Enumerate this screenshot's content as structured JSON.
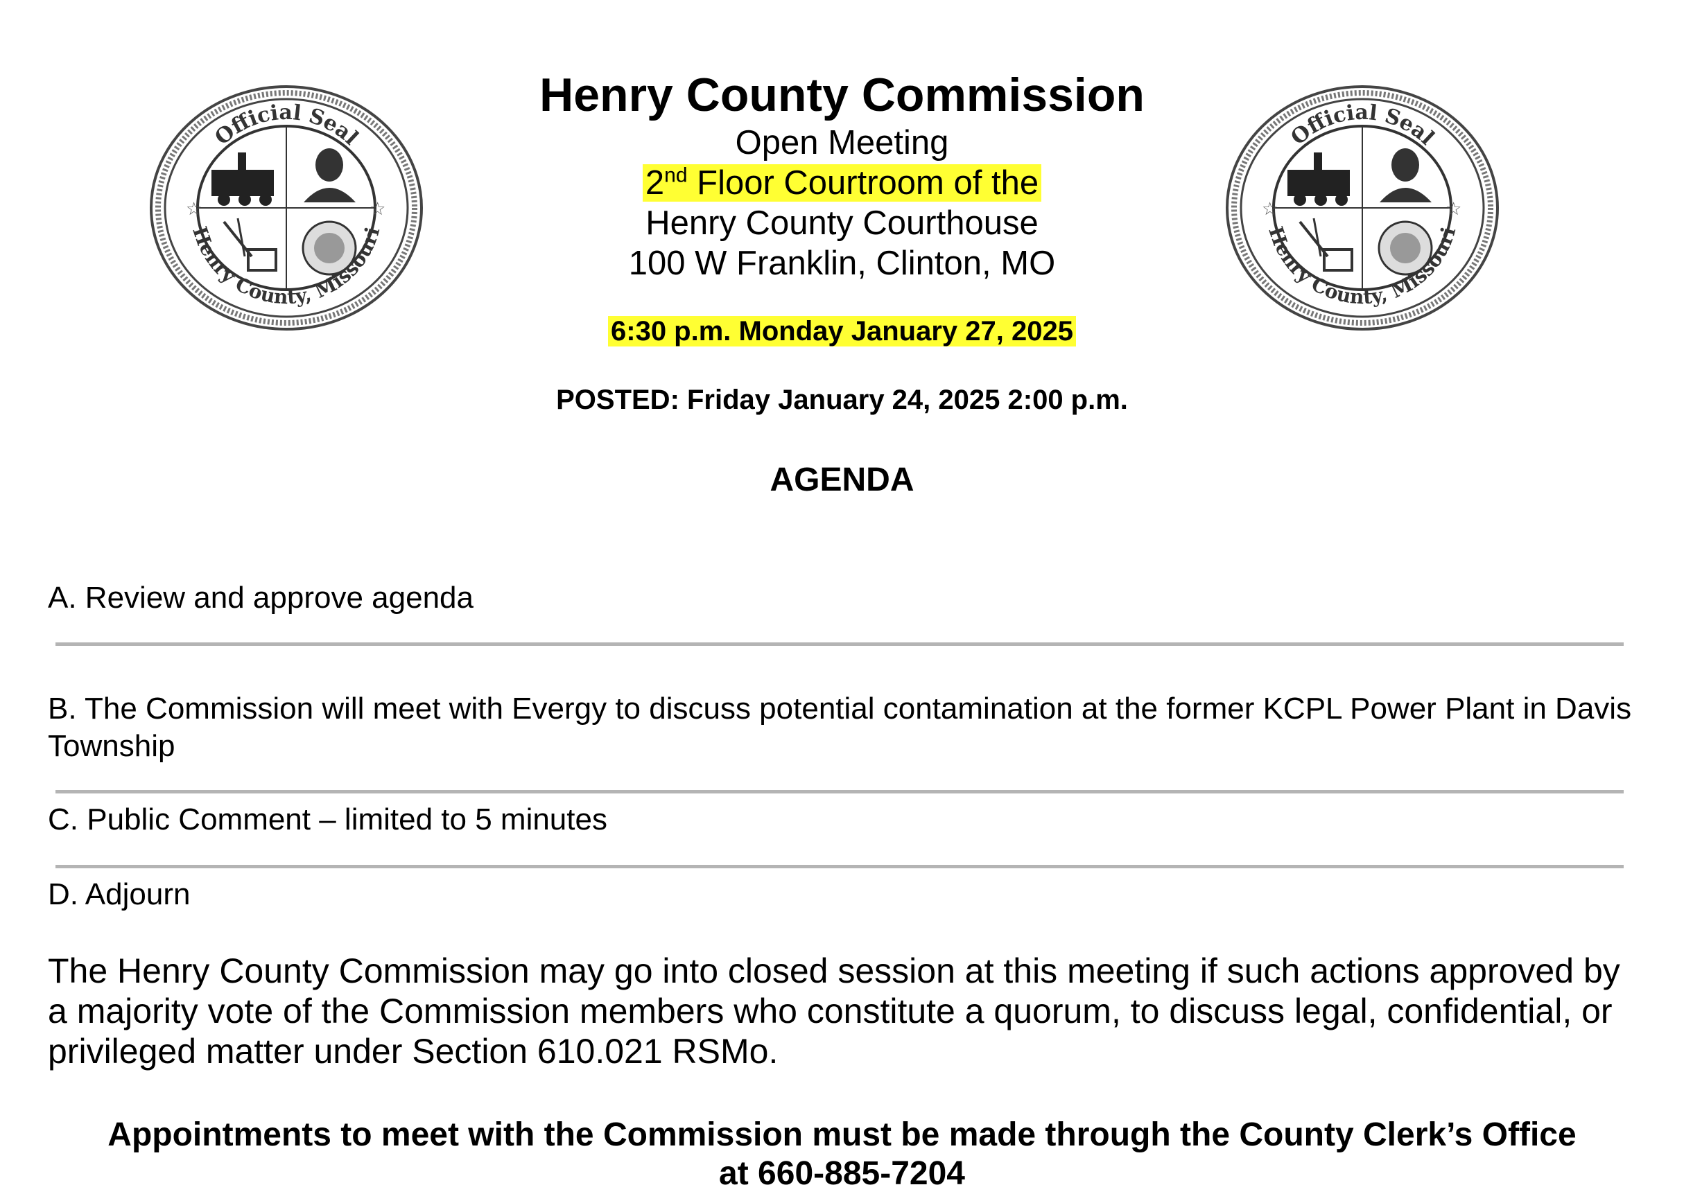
{
  "seal": {
    "top_text": "Official Seal",
    "bottom_text": "Henry County, Missouri"
  },
  "header": {
    "title": "Henry County Commission",
    "line1": "Open Meeting",
    "line2_prefix": "2",
    "line2_sup": "nd",
    "line2_rest": " Floor Courtroom of the",
    "line3": "Henry County Courthouse",
    "line4": "100 W Franklin, Clinton, MO",
    "meeting_time": "6:30 p.m. Monday January 27, 2025",
    "posted": "POSTED: Friday January 24, 2025 2:00 p.m.",
    "agenda_title": "AGENDA"
  },
  "agenda": {
    "item_a": "A. Review and approve agenda",
    "item_b": "B. The Commission will meet with Evergy to discuss potential contamination at the former KCPL Power Plant in Davis Township",
    "item_c": "C. Public Comment – limited to 5 minutes",
    "item_d": "D. Adjourn"
  },
  "notice": "The Henry County Commission may go into closed session at this meeting if such actions approved by a majority vote of the Commission members who constitute a quorum, to discuss legal, confidential, or privileged matter under Section 610.021 RSMo.",
  "appointments": {
    "line1": "Appointments to meet with the Commission must be made through the County Clerk’s Office",
    "line2": "at 660-885-7204"
  },
  "colors": {
    "highlight": "#ffff33",
    "rule": "#b4b4b4"
  }
}
